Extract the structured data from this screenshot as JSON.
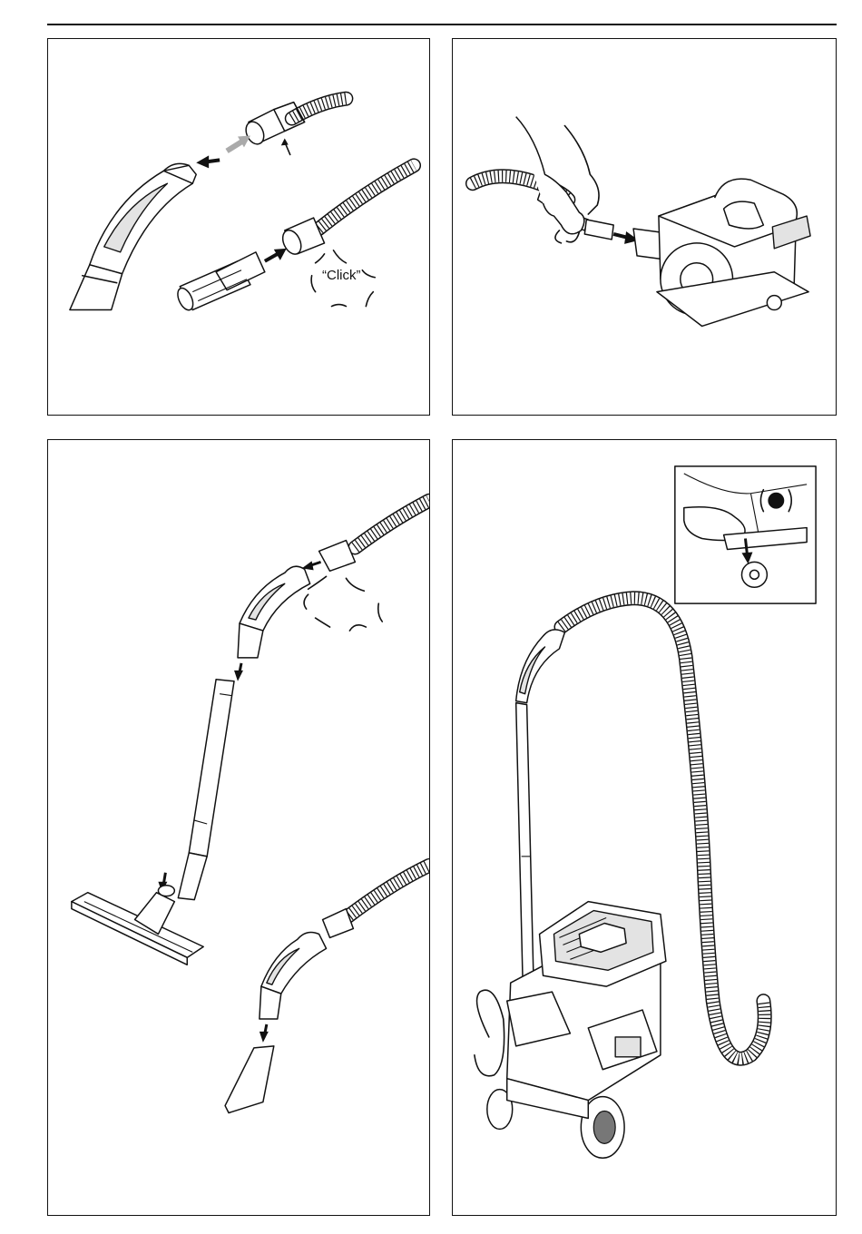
{
  "figure_panels": [
    {
      "id": "hose-coupling",
      "callout_text": "“Click”"
    },
    {
      "id": "power-tool-connection"
    },
    {
      "id": "accessory-assembly"
    },
    {
      "id": "castor-brake",
      "symbol": "brake-icon"
    }
  ],
  "colors": {
    "line": "#111111",
    "arrow_grey": "#aaaaaa",
    "fill_light": "#e3e3e3"
  }
}
